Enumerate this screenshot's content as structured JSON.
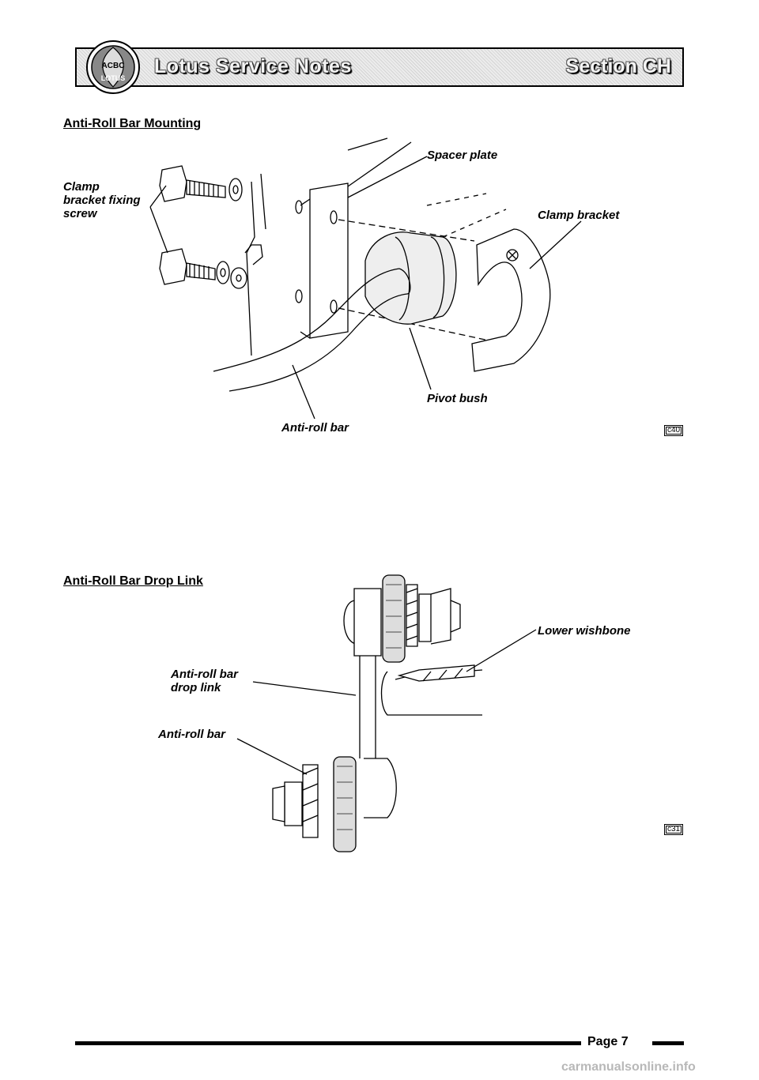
{
  "header": {
    "title": "Lotus Service Notes",
    "section": "Section CH",
    "logo_letters": "ACBC LOTUS"
  },
  "figure1": {
    "heading": "Anti-Roll Bar Mounting",
    "labels": {
      "spacer_plate": "Spacer plate",
      "clamp_screw": "Clamp\nbracket fixing\nscrew",
      "clamp_bracket": "Clamp bracket",
      "pivot_bush": "Pivot bush",
      "anti_roll_bar": "Anti-roll bar"
    },
    "figure_id": "c40"
  },
  "figure2": {
    "heading": "Anti-Roll Bar Drop Link",
    "labels": {
      "lower_wishbone": "Lower wishbone",
      "drop_link": "Anti-roll bar\ndrop link",
      "anti_roll_bar": "Anti-roll bar"
    },
    "figure_id": "c31"
  },
  "footer": {
    "page": "Page 7",
    "watermark": "carmanualsonline.info"
  }
}
